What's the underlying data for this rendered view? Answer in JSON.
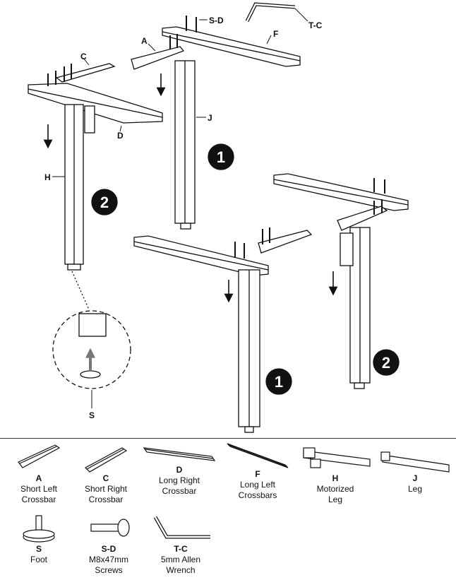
{
  "callouts": {
    "S-D": "S-D",
    "T-C": "T-C",
    "A": "A",
    "F": "F",
    "C": "C",
    "D": "D",
    "J": "J",
    "H": "H",
    "S": "S"
  },
  "steps": {
    "one": "1",
    "two": "2"
  },
  "parts": [
    {
      "code": "A",
      "name1": "Short Left",
      "name2": "Crossbar",
      "icon": "short-left-crossbar-icon"
    },
    {
      "code": "C",
      "name1": "Short Right",
      "name2": "Crossbar",
      "icon": "short-right-crossbar-icon"
    },
    {
      "code": "D",
      "name1": "Long Right",
      "name2": "Crossbar",
      "icon": "long-right-crossbar-icon"
    },
    {
      "code": "F",
      "name1": "Long Left",
      "name2": "Crossbars",
      "icon": "long-left-crossbar-icon"
    },
    {
      "code": "H",
      "name1": "Motorized",
      "name2": "Leg",
      "icon": "motorized-leg-icon"
    },
    {
      "code": "J",
      "name1": "Leg",
      "name2": "",
      "icon": "leg-icon"
    },
    {
      "code": "S",
      "name1": "Foot",
      "name2": "",
      "icon": "foot-icon"
    },
    {
      "code": "S-D",
      "name1": "M8x47mm",
      "name2": "Screws",
      "icon": "screw-icon"
    },
    {
      "code": "T-C",
      "name1": "5mm Allen",
      "name2": "Wrench",
      "icon": "allen-wrench-icon"
    }
  ]
}
